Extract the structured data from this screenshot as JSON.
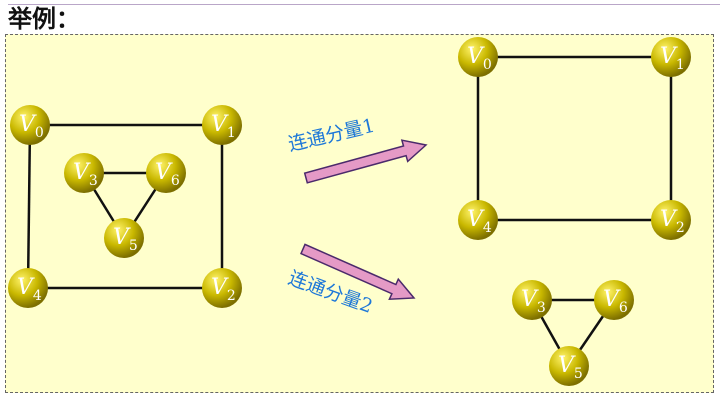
{
  "heading": "举例：",
  "colors": {
    "node_fill": "#c9b800",
    "node_highlight": "#fff36a",
    "node_label": "#ffffff",
    "edge": "#111111",
    "arrow_fill": "#e59ac6",
    "arrow_stroke": "#4b2a6b",
    "arrow_label": "#1e78d8",
    "panel_bg": "#ffffcc"
  },
  "original_graph": {
    "nodes": [
      {
        "id": "V0",
        "letter": "V",
        "sub": "0"
      },
      {
        "id": "V1",
        "letter": "V",
        "sub": "1"
      },
      {
        "id": "V2",
        "letter": "V",
        "sub": "2"
      },
      {
        "id": "V3",
        "letter": "V",
        "sub": "3"
      },
      {
        "id": "V4",
        "letter": "V",
        "sub": "4"
      },
      {
        "id": "V5",
        "letter": "V",
        "sub": "5"
      },
      {
        "id": "V6",
        "letter": "V",
        "sub": "6"
      }
    ],
    "edges": [
      [
        "V0",
        "V1"
      ],
      [
        "V1",
        "V2"
      ],
      [
        "V2",
        "V4"
      ],
      [
        "V4",
        "V0"
      ],
      [
        "V3",
        "V6"
      ],
      [
        "V3",
        "V5"
      ],
      [
        "V6",
        "V5"
      ]
    ]
  },
  "component1": {
    "label": "连通分量1",
    "nodes": [
      {
        "id": "V0",
        "letter": "V",
        "sub": "0"
      },
      {
        "id": "V1",
        "letter": "V",
        "sub": "1"
      },
      {
        "id": "V4",
        "letter": "V",
        "sub": "4"
      },
      {
        "id": "V2",
        "letter": "V",
        "sub": "2"
      }
    ],
    "edges": [
      [
        "V0",
        "V1"
      ],
      [
        "V1",
        "V2"
      ],
      [
        "V2",
        "V4"
      ],
      [
        "V4",
        "V0"
      ]
    ]
  },
  "component2": {
    "label": "连通分量2",
    "nodes": [
      {
        "id": "V3",
        "letter": "V",
        "sub": "3"
      },
      {
        "id": "V6",
        "letter": "V",
        "sub": "6"
      },
      {
        "id": "V5",
        "letter": "V",
        "sub": "5"
      }
    ],
    "edges": [
      [
        "V3",
        "V6"
      ],
      [
        "V3",
        "V5"
      ],
      [
        "V6",
        "V5"
      ]
    ]
  }
}
